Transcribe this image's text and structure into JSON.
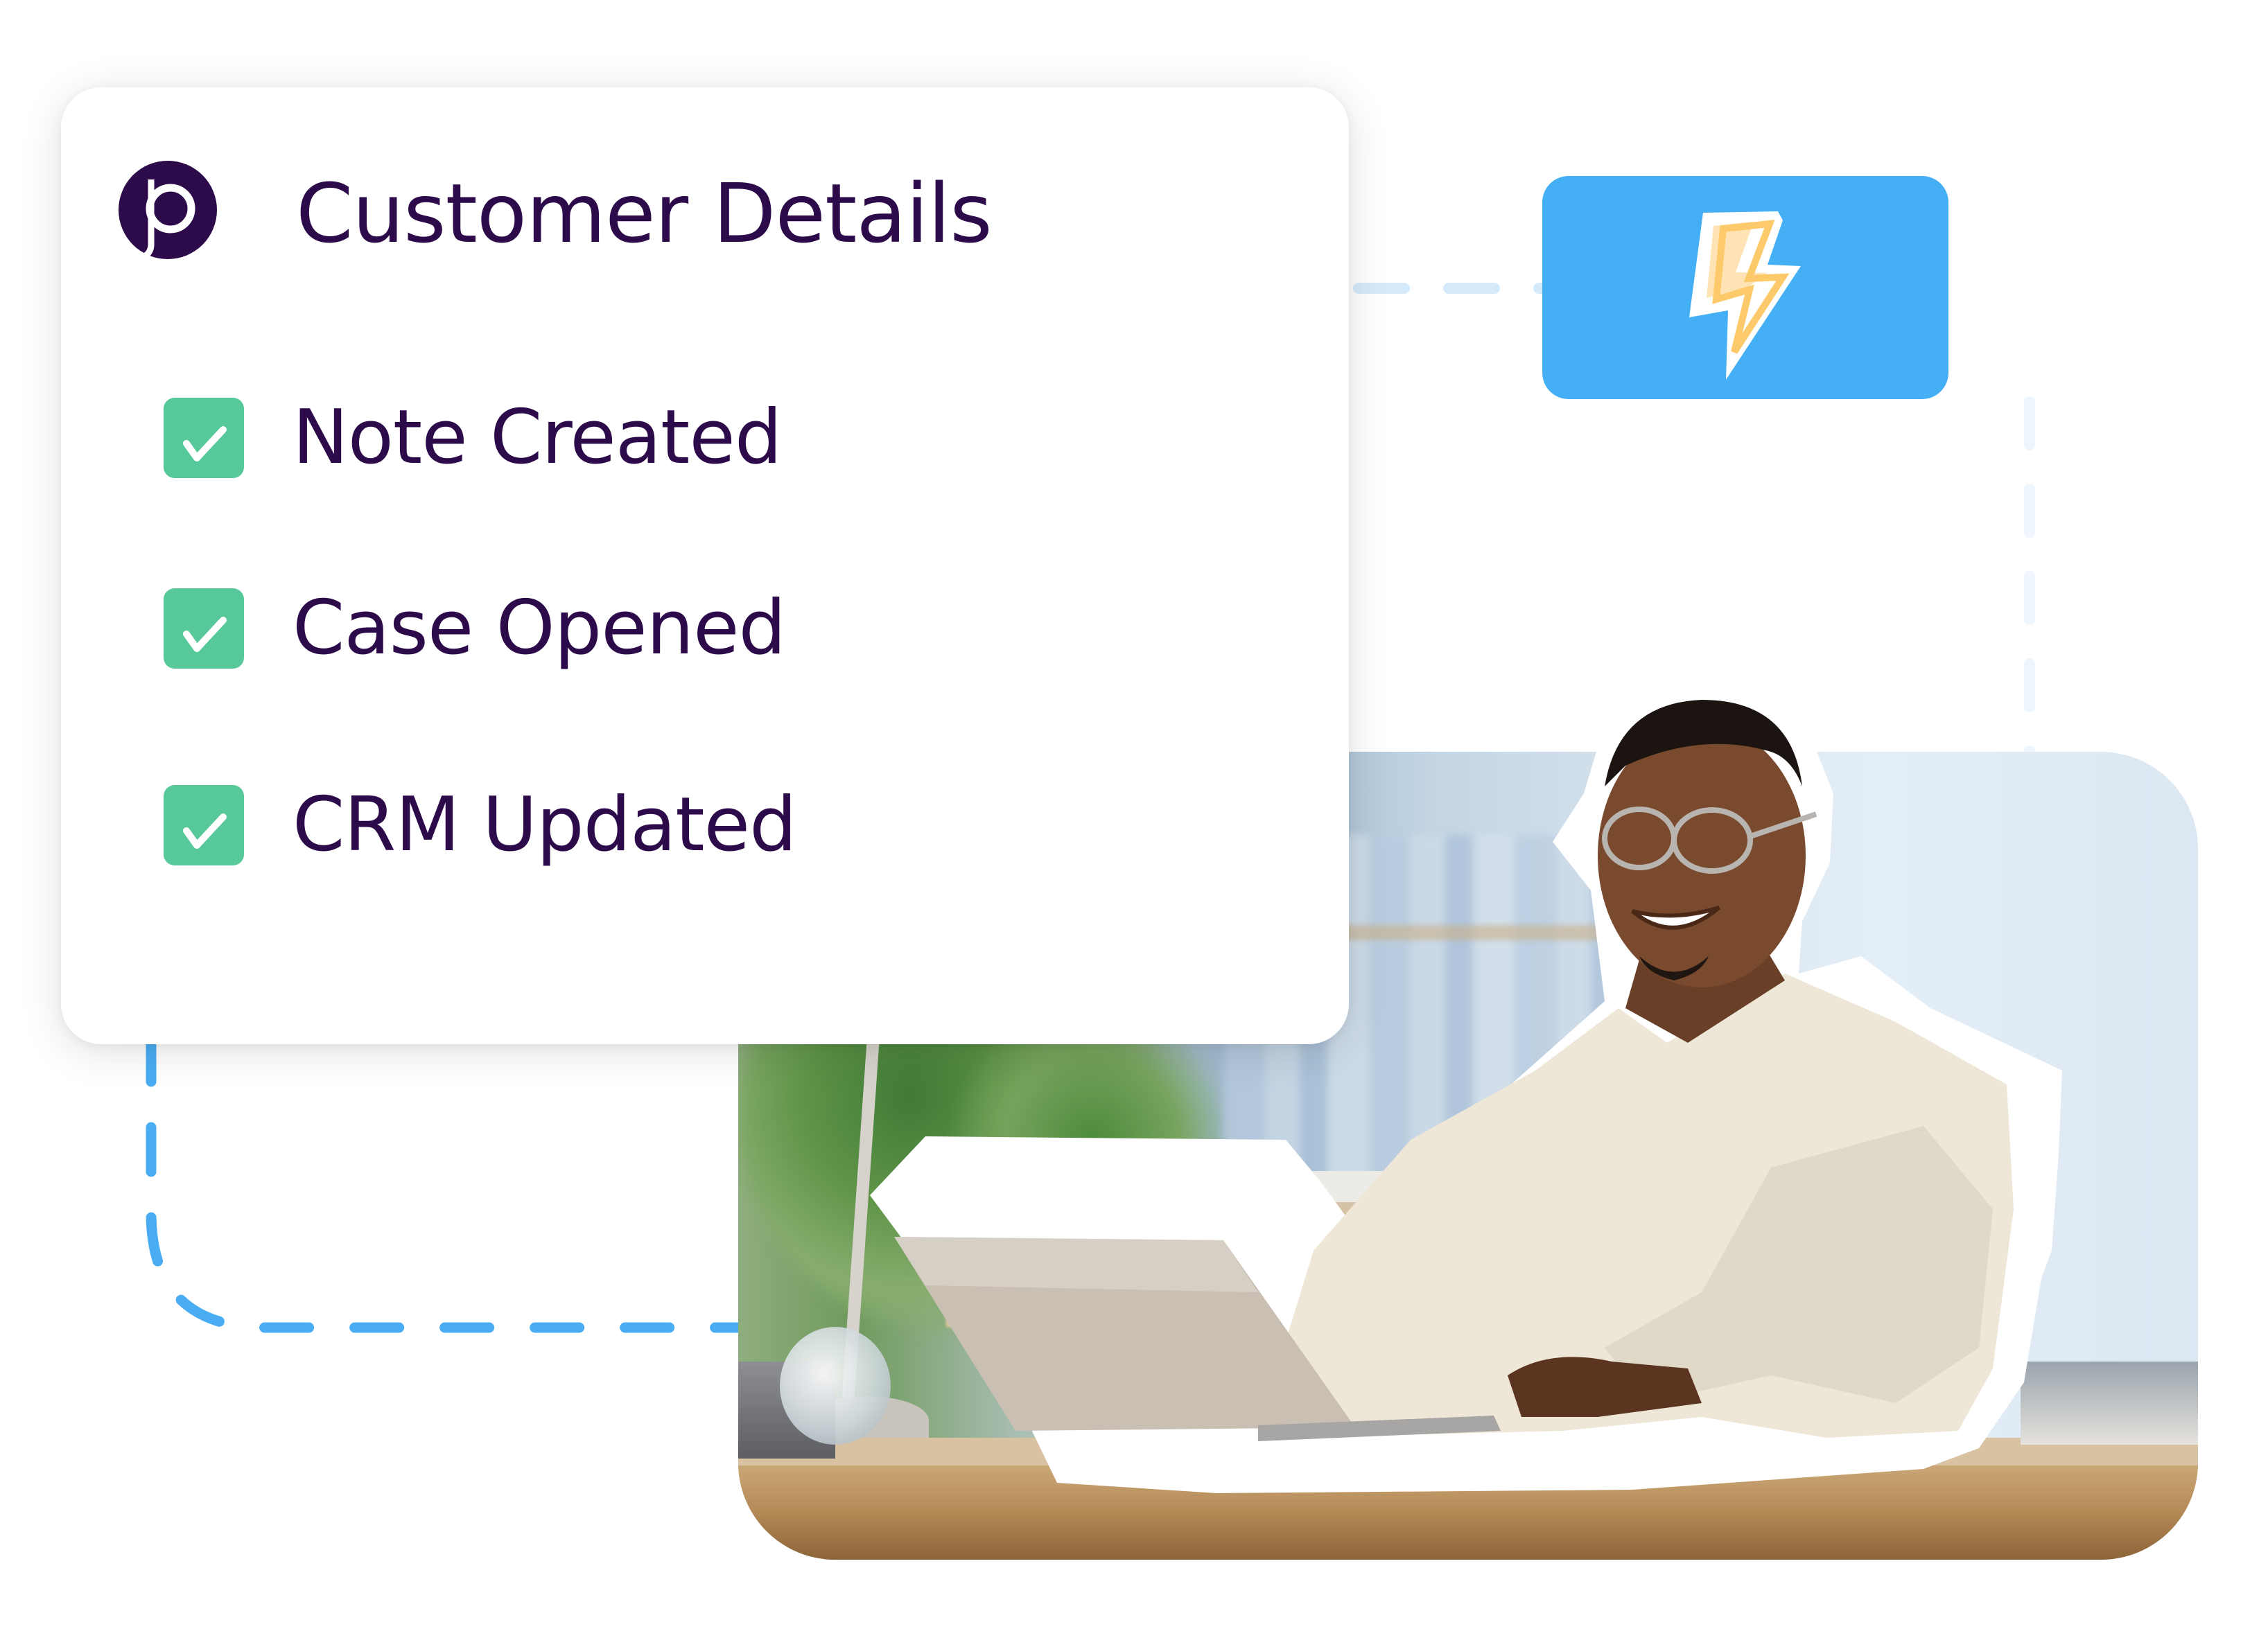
{
  "card": {
    "title": "Customer Details",
    "logo_letter": "p",
    "logo_icon": "brand-p-logo",
    "items": [
      {
        "label": "Note Created",
        "checked": true,
        "icon": "check-icon"
      },
      {
        "label": "Case Opened",
        "checked": true,
        "icon": "check-icon"
      },
      {
        "label": "CRM Updated",
        "checked": true,
        "icon": "check-icon"
      }
    ]
  },
  "trigger": {
    "icon": "lightning-bolt-icon"
  },
  "photo": {
    "description": "Smiling man with glasses typing on a laptop at an office desk"
  },
  "colors": {
    "text": "#2D0A4A",
    "brand": "#2D0A4A",
    "check": "#57C899",
    "trigger_bg": "#45AFF6",
    "bolt_stroke": "#FDCA6B",
    "bolt_fill": "#FFE3B4",
    "connector": "#4AADF3",
    "connector_faint": "#D4EAFB"
  }
}
